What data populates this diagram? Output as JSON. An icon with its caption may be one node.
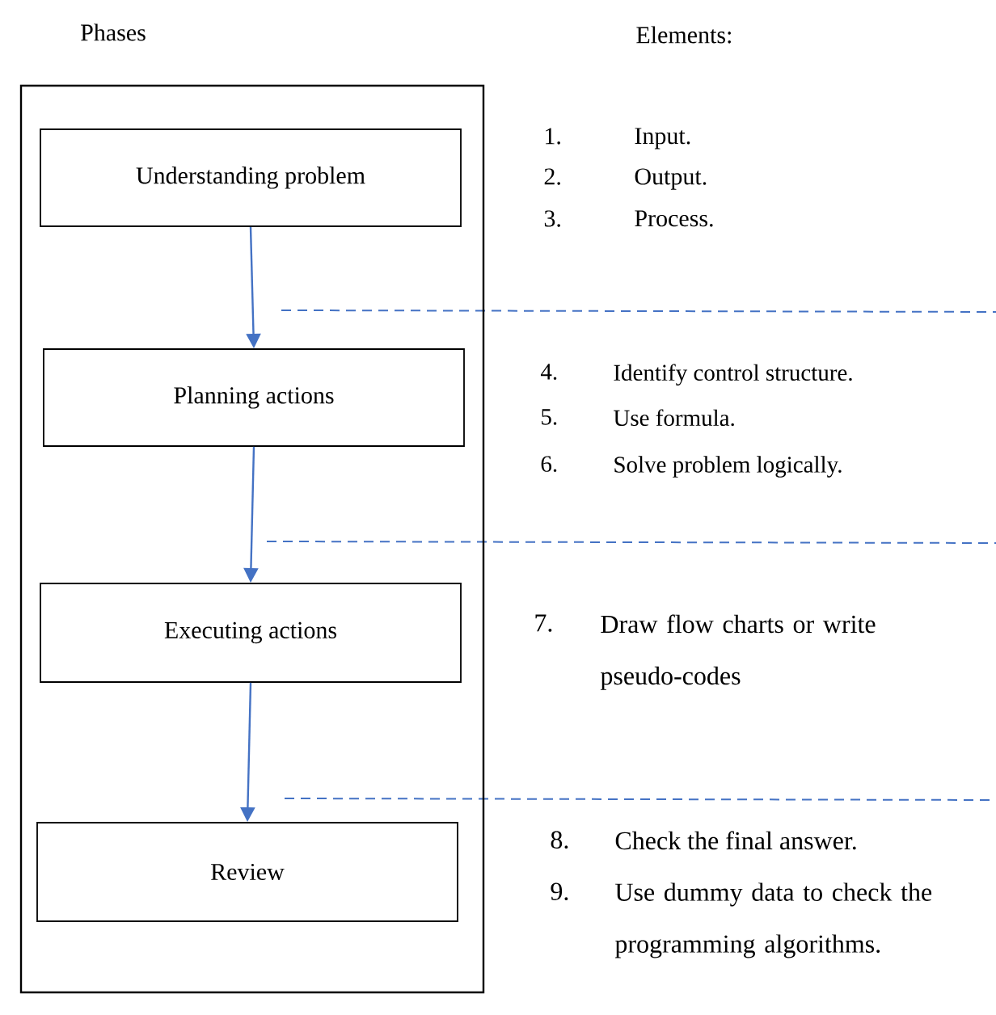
{
  "diagram": {
    "nodes": [
      {
        "text": [
          "Phases"
        ]
      },
      {
        "text": [
          "Understanding problem"
        ],
        "in": 0
      },
      {
        "text": [
          "Planning actions"
        ],
        "in": 0
      },
      {
        "text": [
          "Executing actions"
        ],
        "in": 0
      },
      {
        "text": [
          "Review"
        ],
        "in": 0
      }
    ],
    "edges": [
      {
        "from": 1,
        "to": 2,
        "arrow": "to"
      },
      {
        "from": 2,
        "to": 3,
        "arrow": "to"
      },
      {
        "from": 3,
        "to": 4,
        "arrow": "to"
      }
    ],
    "labels": [
      "Elements:",
      "1.",
      "Input.",
      "2.",
      "Output.",
      "3.",
      "Process.",
      "4.",
      "Identify control structure.",
      "5.",
      "Use formula.",
      "6.",
      "Solve problem logically.",
      "7.",
      "Draw flow charts or write pseudo-codes",
      "8.",
      "Check the final answer.",
      "9.",
      "Use dummy data to check the programming algorithms."
    ]
  }
}
